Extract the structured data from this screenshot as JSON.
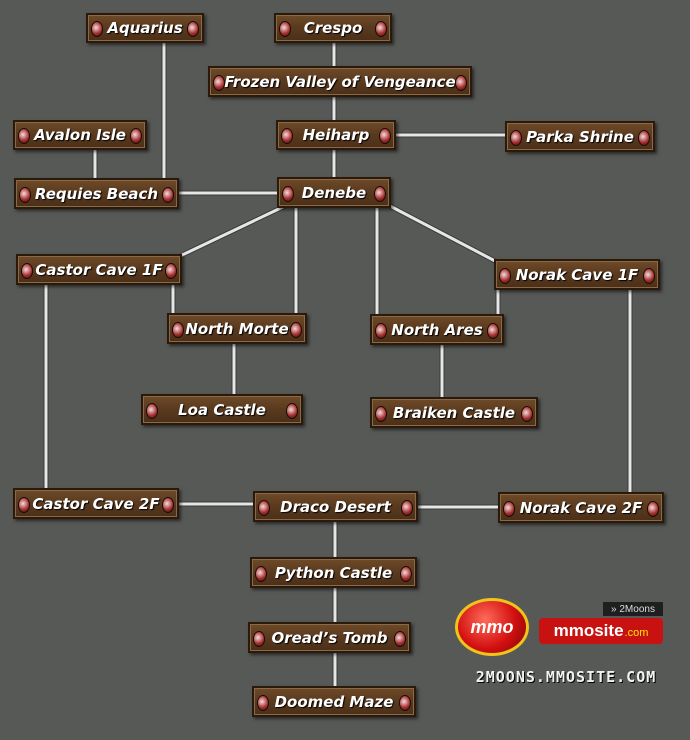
{
  "nodes": [
    {
      "id": "aquarius",
      "label": "Aquarius"
    },
    {
      "id": "crespo",
      "label": "Crespo"
    },
    {
      "id": "frozen",
      "label": "Frozen Valley of Vengeance"
    },
    {
      "id": "avalon",
      "label": "Avalon Isle"
    },
    {
      "id": "heiharp",
      "label": "Heiharp"
    },
    {
      "id": "parka",
      "label": "Parka Shrine"
    },
    {
      "id": "requies",
      "label": "Requies Beach"
    },
    {
      "id": "denebe",
      "label": "Denebe"
    },
    {
      "id": "castor1",
      "label": "Castor Cave 1F"
    },
    {
      "id": "norak1",
      "label": "Norak Cave 1F"
    },
    {
      "id": "northmorte",
      "label": "North Morte"
    },
    {
      "id": "northares",
      "label": "North Ares"
    },
    {
      "id": "loa",
      "label": "Loa Castle"
    },
    {
      "id": "braiken",
      "label": "Braiken Castle"
    },
    {
      "id": "castor2",
      "label": "Castor Cave 2F"
    },
    {
      "id": "draco",
      "label": "Draco Desert"
    },
    {
      "id": "norak2",
      "label": "Norak Cave 2F"
    },
    {
      "id": "python",
      "label": "Python Castle"
    },
    {
      "id": "oread",
      "label": "Oread’s Tomb"
    },
    {
      "id": "doomed",
      "label": "Doomed Maze"
    }
  ],
  "edges": [
    [
      "aquarius",
      "requies"
    ],
    [
      "crespo",
      "frozen"
    ],
    [
      "frozen",
      "heiharp"
    ],
    [
      "heiharp",
      "parka"
    ],
    [
      "heiharp",
      "denebe"
    ],
    [
      "avalon",
      "requies"
    ],
    [
      "requies",
      "denebe"
    ],
    [
      "denebe",
      "castor1"
    ],
    [
      "denebe",
      "northmorte"
    ],
    [
      "denebe",
      "northares"
    ],
    [
      "denebe",
      "norak1"
    ],
    [
      "castor1",
      "northmorte"
    ],
    [
      "castor1",
      "castor2"
    ],
    [
      "norak1",
      "northares"
    ],
    [
      "norak1",
      "norak2"
    ],
    [
      "northmorte",
      "loa"
    ],
    [
      "northares",
      "braiken"
    ],
    [
      "castor2",
      "draco"
    ],
    [
      "draco",
      "norak2"
    ],
    [
      "draco",
      "python"
    ],
    [
      "python",
      "oread"
    ],
    [
      "oread",
      "doomed"
    ]
  ],
  "branding": {
    "badge": "mmo",
    "wordmark": "mmosite",
    "wordmark_suffix": ".com",
    "tag": "» 2Moons",
    "url": "2MOONS.MMOSITE.COM"
  },
  "colors": {
    "background": "#575957",
    "node_fill": "#5b3b1f",
    "connector": "#e6e6e6"
  }
}
